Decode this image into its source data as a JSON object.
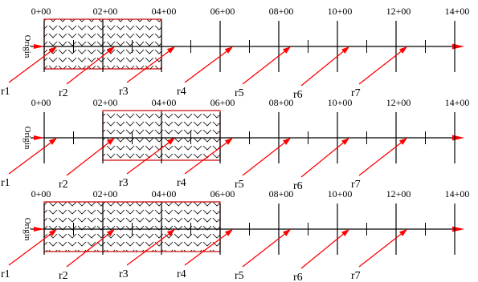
{
  "colors": {
    "line": "#000000",
    "arrow": "#ff0000",
    "box_border": "#cc0000",
    "hatch": "#000000",
    "background": "#ffffff"
  },
  "origin_label": "Origin",
  "station_labels": [
    "0+00",
    "02+00",
    "04+00",
    "06+00",
    "08+00",
    "10+00",
    "12+00",
    "14+00"
  ],
  "ray_labels": [
    "r1",
    "r2",
    "r3",
    "r4",
    "r5",
    "r6",
    "r7"
  ],
  "panels": [
    {
      "shaded_span": [
        0,
        4
      ]
    },
    {
      "shaded_span": [
        2,
        6
      ]
    },
    {
      "shaded_span": [
        0,
        6
      ]
    }
  ]
}
